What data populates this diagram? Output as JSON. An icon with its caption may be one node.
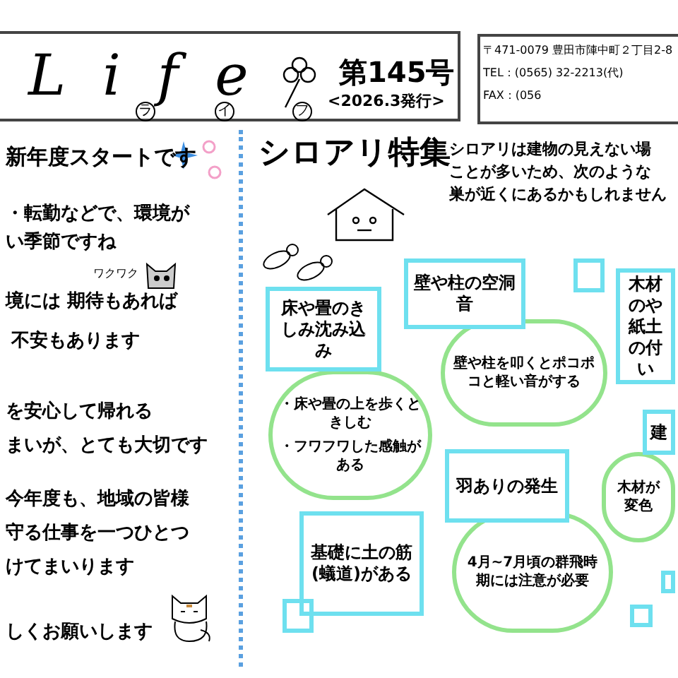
{
  "diagram": {
    "title": "Life",
    "nodes": [
      {
        "text": [
          "床や畳のきしみ沈み込み"
        ]
      },
      {
        "text": [
          "・床や畳の上を歩くときしむ",
          "・フワフワした感触がある"
        ]
      },
      {
        "text": [
          "壁や柱の空洞音"
        ]
      },
      {
        "text": [
          "壁や柱を叩くとポコポコと軽い音がする"
        ]
      },
      {
        "text": [],
        "shape": "box"
      },
      {
        "text": [
          "木材のや紙土の付い"
        ]
      },
      {
        "text": [
          "建"
        ]
      },
      {
        "text": [
          "木材が変色"
        ]
      },
      {
        "text": [
          "羽ありの発生"
        ]
      },
      {
        "text": [
          "4月~7月頃の群飛時期には注意が必要"
        ]
      },
      {
        "text": [
          "基礎に土の筋(蟻道)がある"
        ]
      },
      {
        "text": [],
        "shape": "box"
      },
      {
        "text": [],
        "shape": "box"
      },
      {
        "text": [],
        "shape": "box"
      }
    ],
    "labels": [
      "ラ",
      "イ",
      "フ",
      "第145号",
      "<2026.3発行>",
      "〒471-0079 豊田市陣中町２丁目2-8",
      "TEL：(0565) 32-2213(代)",
      "FAX：(056",
      "新年度スタートです",
      "・転勤などで、環境が",
      "い季節ですね",
      "ワクワク",
      "境には **期待**もあれば",
      "**不安**もあります",
      "を**安心**して帰れる",
      "まいが、とても**大切**です",
      "今年度も、地域の皆様",
      "守る仕事を一つひとつ",
      "けてまいります",
      "しくお願いします",
      "シロアリ特集",
      "シロアリは建物の見えない場",
      "ことが多いため、次のような",
      "巣が近くにあるかもしれません"
    ]
  }
}
